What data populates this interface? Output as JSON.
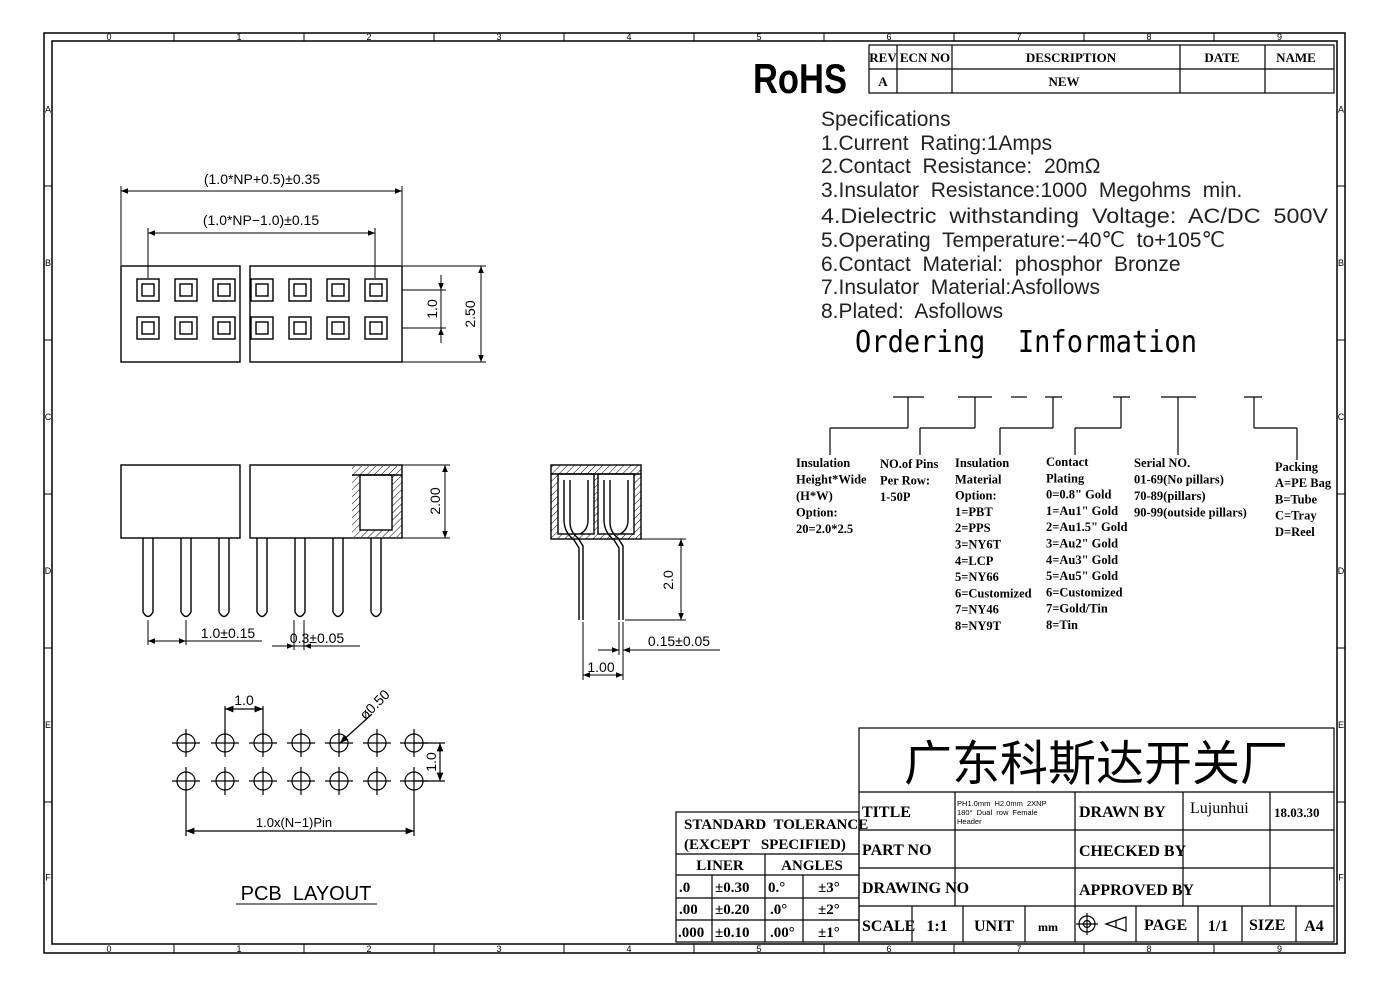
{
  "frame": {
    "col_labels": [
      "0",
      "1",
      "2",
      "3",
      "4",
      "5",
      "6",
      "7",
      "8",
      "9"
    ],
    "row_labels": [
      "A",
      "B",
      "C",
      "D",
      "E",
      "F"
    ]
  },
  "rohs": "RoHS",
  "revision_table": {
    "headers": [
      "REV",
      "ECN NO",
      "DESCRIPTION",
      "DATE",
      "NAME"
    ],
    "row": [
      "A",
      "",
      "NEW",
      "",
      ""
    ]
  },
  "specifications": {
    "heading": "Specifications",
    "items": [
      "1.Current  Rating:1Amps",
      "2.Contact  Resistance:  20mΩ",
      "3.Insulator  Resistance:1000  Megohms  min.",
      "4.Dielectric  withstanding  Voltage:  AC/DC  500V",
      "5.Operating  Temperature:−40℃  to+105℃",
      "6.Contact  Material:  phosphor  Bronze",
      "7.Insulator  Material:Asfollows",
      "8.Plated:  Asfollows"
    ]
  },
  "ordering": {
    "title": "Ordering  Information",
    "insulation": [
      "Insulation",
      "Height*Wide",
      "(H*W)",
      "Option:",
      "20=2.0*2.5"
    ],
    "pins": [
      "NO.of Pins",
      "Per Row:",
      "1-50P"
    ],
    "material": [
      "Insulation",
      "Material",
      "Option:",
      "1=PBT",
      "2=PPS",
      "3=NY6T",
      "4=LCP",
      "5=NY66",
      "6=Customized",
      "7=NY46",
      "8=NY9T"
    ],
    "plating": [
      "Contact",
      "Plating",
      "0=0.8\" Gold",
      "1=Au1\" Gold",
      "2=Au1.5\" Gold",
      "3=Au2\" Gold",
      "4=Au3\" Gold",
      "5=Au5\" Gold",
      "6=Customized",
      "7=Gold/Tin",
      "8=Tin"
    ],
    "serial": [
      "Serial NO.",
      "01-69(No pillars)",
      "70-89(pillars)",
      "90-99(outside pillars)"
    ],
    "packing": [
      "Packing",
      "A=PE Bag",
      "B=Tube",
      "C=Tray",
      "D=Reel"
    ]
  },
  "dimensions": {
    "overall_length": "(1.0*NP+0.5)±0.35",
    "pin_span": "(1.0*NP−1.0)±0.15",
    "row_pitch": "1.0",
    "width": "2.50",
    "height": "2.00",
    "pitch": "1.0±0.15",
    "pin_size": "0.3±0.05",
    "tail": "2.0",
    "pin_thk": "0.15±0.05",
    "pin_offset": "1.00",
    "pcb_pitch": "1.0",
    "hole_dia": "ø0.50",
    "pcb_row_pitch": "1.0",
    "pcb_span": "1.0x(N−1)Pin"
  },
  "pcb_layout_label": "PCB  LAYOUT",
  "company": "广东科斯达开关厂",
  "title_block": {
    "title_label": "TITLE",
    "title_value": [
      "PH1.0mm  H2.0mm  2XNP",
      "180°  Dual  row  Female",
      "Header"
    ],
    "drawn_by_label": "DRAWN BY",
    "drawn_by": "Lujunhui",
    "date": "18.03.30",
    "part_no_label": "PART NO",
    "checked_by_label": "CHECKED BY",
    "drawing_no_label": "DRAWING NO",
    "approved_by_label": "APPROVED BY",
    "scale_label": "SCALE",
    "scale": "1:1",
    "unit_label": "UNIT",
    "unit": "mm",
    "page_label": "PAGE",
    "page": "1/1",
    "size_label": "SIZE",
    "size": "A4"
  },
  "tolerance": {
    "title1": "STANDARD  TOLERANCE",
    "title2": "(EXCEPT   SPECIFIED)",
    "liner": "LINER",
    "angles": "ANGLES",
    "rows": [
      [
        ".0",
        "±0.30",
        "0.°",
        "±3°"
      ],
      [
        ".00",
        "±0.20",
        ".0°",
        "±2°"
      ],
      [
        ".000",
        "±0.10",
        ".00°",
        "±1°"
      ]
    ]
  }
}
